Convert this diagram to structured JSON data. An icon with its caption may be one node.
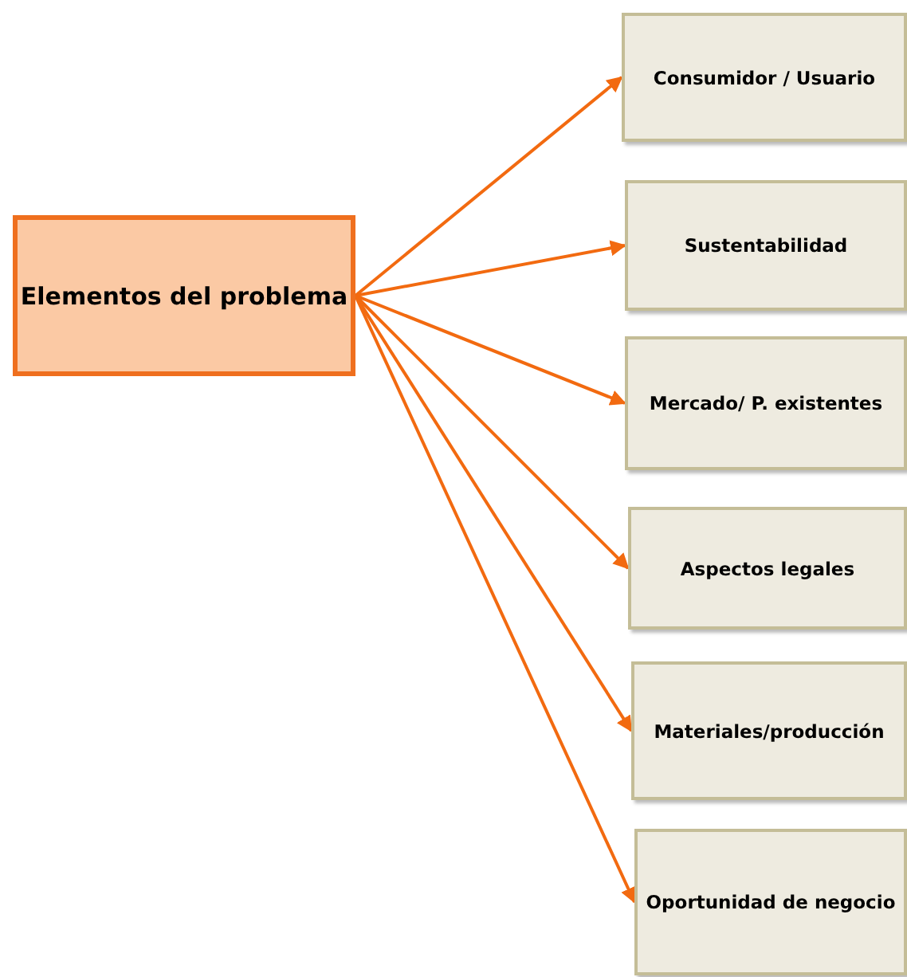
{
  "diagram": {
    "nodes": [
      {
        "text": [
          "Elementos del problema"
        ]
      },
      {
        "text": [
          "Consumidor / Usuario"
        ]
      },
      {
        "text": [
          "Sustentabilidad"
        ]
      },
      {
        "text": [
          "Mercado/ P. existentes"
        ]
      },
      {
        "text": [
          "Aspectos legales"
        ]
      },
      {
        "text": [
          "Materiales/producción"
        ]
      },
      {
        "text": [
          "Oportunidad de negocio"
        ]
      }
    ],
    "edges": [
      {
        "from": 0,
        "to": 1,
        "arrow": "to"
      },
      {
        "from": 0,
        "to": 2,
        "arrow": "to"
      },
      {
        "from": 0,
        "to": 3,
        "arrow": "to"
      },
      {
        "from": 0,
        "to": 4,
        "arrow": "to"
      },
      {
        "from": 0,
        "to": 5,
        "arrow": "to"
      },
      {
        "from": 0,
        "to": 6,
        "arrow": "to"
      }
    ]
  }
}
